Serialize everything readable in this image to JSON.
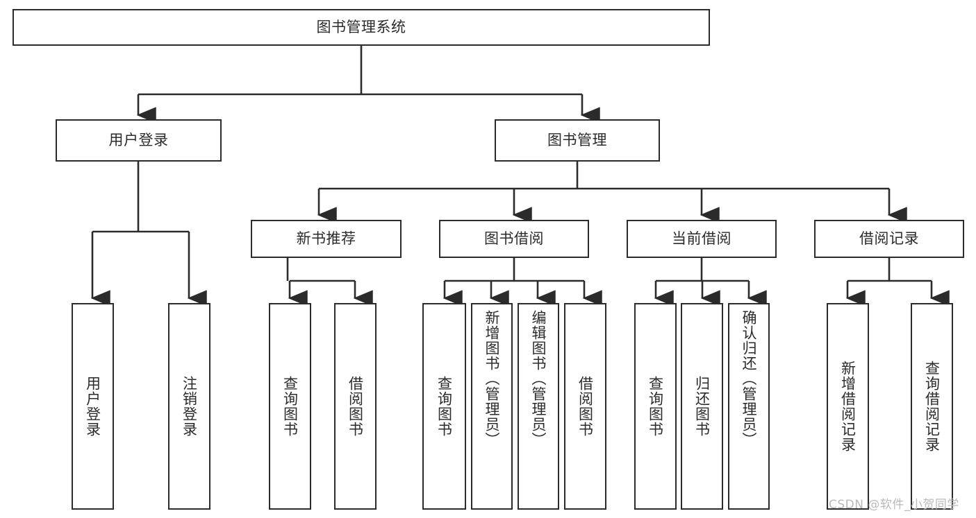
{
  "diagram": {
    "title": "图书管理系统",
    "type": "tree-hierarchy-diagram",
    "colors": {
      "stroke": "#2b2b2b",
      "fill": "#ffffff",
      "background": "#ffffff",
      "watermark": "#b9b9b9"
    },
    "root": {
      "label": "图书管理系统"
    },
    "level2": [
      {
        "label": "用户登录"
      },
      {
        "label": "图书管理"
      }
    ],
    "level3": [
      {
        "label": "新书推荐"
      },
      {
        "label": "图书借阅"
      },
      {
        "label": "当前借阅"
      },
      {
        "label": "借阅记录"
      }
    ],
    "leaves": {
      "user_login": [
        {
          "label": "用户登录"
        },
        {
          "label": "注销登录"
        }
      ],
      "new_book_recommend": [
        {
          "label": "查询图书"
        },
        {
          "label": "借阅图书"
        }
      ],
      "book_borrow": [
        {
          "label": "查询图书"
        },
        {
          "label": "新增图书（管理员）"
        },
        {
          "label": "编辑图书（管理员）"
        },
        {
          "label": "借阅图书"
        }
      ],
      "current_borrow": [
        {
          "label": "查询图书"
        },
        {
          "label": "归还图书"
        },
        {
          "label": "确认归还（管理员）"
        }
      ],
      "borrow_record": [
        {
          "label": "新增借阅记录"
        },
        {
          "label": "查询借阅记录"
        }
      ]
    },
    "watermark": "CSDN @软件_小贺同学"
  }
}
